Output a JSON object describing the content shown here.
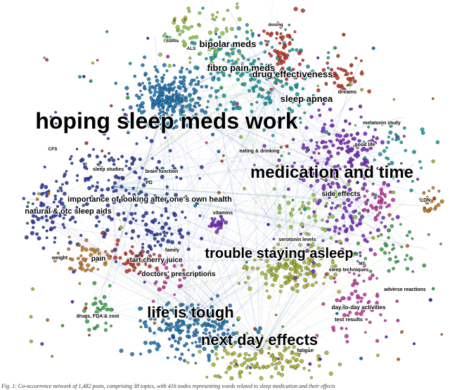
{
  "palette": {
    "blue": "#1f77b4",
    "teal": "#1a9e9e",
    "navy": "#2c3a9e",
    "purple": "#7b2fbf",
    "olive": "#a8b832",
    "red": "#c0392b",
    "orange": "#c07828",
    "green": "#3aa64a",
    "magenta": "#c23aa0",
    "lime": "#8ec63f",
    "brown": "#b5651d",
    "edge": "#7a9cc6"
  },
  "topics": [
    {
      "id": "hoping",
      "label": "hoping sleep meds work",
      "size": "xl"
    },
    {
      "id": "medtime",
      "label": "medication and time",
      "size": "lg"
    },
    {
      "id": "trouble",
      "label": "trouble staying asleep",
      "size": "lg"
    },
    {
      "id": "tough",
      "label": "life is tough",
      "size": "lg"
    },
    {
      "id": "nextday",
      "label": "next day effects",
      "size": "lg"
    },
    {
      "id": "bipolar",
      "label": "bipolar meds",
      "size": "md"
    },
    {
      "id": "fibro",
      "label": "fibro pain meds",
      "size": "md"
    },
    {
      "id": "drugeff",
      "label": "drug effectiveness",
      "size": "md"
    },
    {
      "id": "apnea",
      "label": "sleep apnea",
      "size": "md"
    },
    {
      "id": "importance",
      "label": "importance of looking after one's own health",
      "size": "sm"
    },
    {
      "id": "natural",
      "label": "natural & otc sleep aids",
      "size": "sm"
    },
    {
      "id": "tartcherry",
      "label": "tart cherry juice",
      "size": "sm"
    },
    {
      "id": "doctors",
      "label": "doctors' prescriptions",
      "size": "sm"
    },
    {
      "id": "pain",
      "label": "pain",
      "size": "sm"
    },
    {
      "id": "sideeff",
      "label": "side effects",
      "size": "sm"
    },
    {
      "id": "dosing",
      "label": "dosing",
      "size": "xs"
    },
    {
      "id": "ssris",
      "label": "SSRIs",
      "size": "xs"
    },
    {
      "id": "als",
      "label": "ALS",
      "size": "xs"
    },
    {
      "id": "dreams",
      "label": "dreams",
      "size": "xs"
    },
    {
      "id": "melatonin",
      "label": "melatonin study",
      "size": "xs"
    },
    {
      "id": "cfs",
      "label": "CFS",
      "size": "xs"
    },
    {
      "id": "eating",
      "label": "eating & drinking",
      "size": "xs"
    },
    {
      "id": "goodlife",
      "label": "good life",
      "size": "xs"
    },
    {
      "id": "studies",
      "label": "sleep studies",
      "size": "xs"
    },
    {
      "id": "brain",
      "label": "brain function",
      "size": "xs"
    },
    {
      "id": "pd",
      "label": "PD",
      "size": "xs"
    },
    {
      "id": "ldn",
      "label": "LDN",
      "size": "xs"
    },
    {
      "id": "vitamins",
      "label": "vitamins",
      "size": "xs"
    },
    {
      "id": "serotonin",
      "label": "serotonin levels",
      "size": "xs"
    },
    {
      "id": "weight",
      "label": "weight",
      "size": "xs"
    },
    {
      "id": "family",
      "label": "family",
      "size": "xs"
    },
    {
      "id": "techniques",
      "label": "sleep techniques",
      "size": "xs"
    },
    {
      "id": "ms",
      "label": "MS",
      "size": "xs"
    },
    {
      "id": "adverse",
      "label": "adverse reactions",
      "size": "xs"
    },
    {
      "id": "daytoday",
      "label": "day-to-day activities",
      "size": "xs"
    },
    {
      "id": "testres",
      "label": "test results",
      "size": "xs"
    },
    {
      "id": "drugsfda",
      "label": "drugs, FDA & cost",
      "size": "xs"
    },
    {
      "id": "fatigue",
      "label": "fatigue",
      "size": "xs"
    }
  ],
  "caption": "Fig. 1: Co-occurrence network of 1,482 posts, comprising 38 topics, with 416 nodes representing words related to sleep medication and their effects"
}
